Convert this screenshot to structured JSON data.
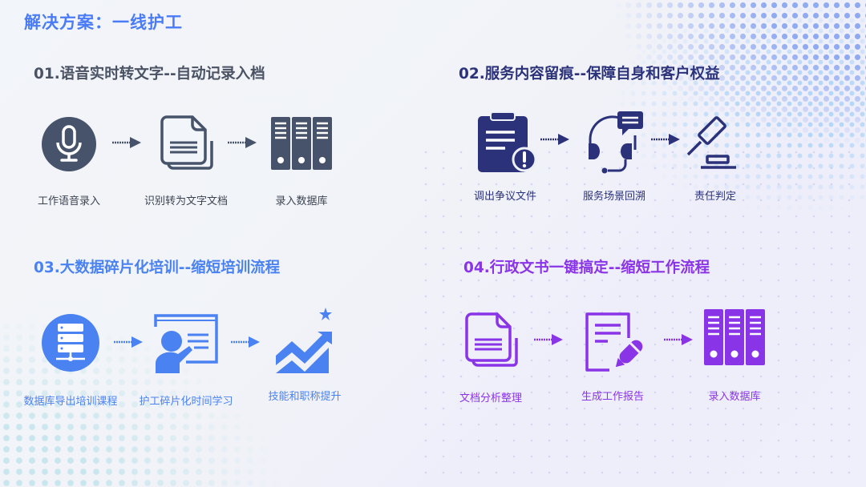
{
  "page": {
    "title": "解决方案：一线护工"
  },
  "colors": {
    "title": "#4a7cf7",
    "section1": "#4a5264",
    "section2": "#2c327a",
    "section3": "#4a82f2",
    "section4": "#8a34e8"
  },
  "sections": [
    {
      "title": "01.语音实时转文字--自动记录入档",
      "steps": [
        {
          "label": "工作语音录入",
          "icon": "microphone-icon"
        },
        {
          "label": "识别转为文字文档",
          "icon": "documents-icon"
        },
        {
          "label": "录入数据库",
          "icon": "binders-icon"
        }
      ]
    },
    {
      "title": "02.服务内容留痕--保障自身和客户权益",
      "steps": [
        {
          "label": "调出争议文件",
          "icon": "clipboard-alert-icon"
        },
        {
          "label": "服务场景回溯",
          "icon": "headset-chat-icon"
        },
        {
          "label": "责任判定",
          "icon": "gavel-icon"
        }
      ]
    },
    {
      "title": "03.大数据碎片化培训--缩短培训流程",
      "steps": [
        {
          "label": "数据库导出培训课程",
          "icon": "server-icon"
        },
        {
          "label": "护工碎片化时间学习",
          "icon": "presentation-icon"
        },
        {
          "label": "技能和职称提升",
          "icon": "growth-chart-icon"
        }
      ]
    },
    {
      "title": "04.行政文书一键搞定--缩短工作流程",
      "steps": [
        {
          "label": "文档分析整理",
          "icon": "documents-icon"
        },
        {
          "label": "生成工作报告",
          "icon": "edit-report-icon"
        },
        {
          "label": "录入数据库",
          "icon": "binders-icon"
        }
      ]
    }
  ]
}
